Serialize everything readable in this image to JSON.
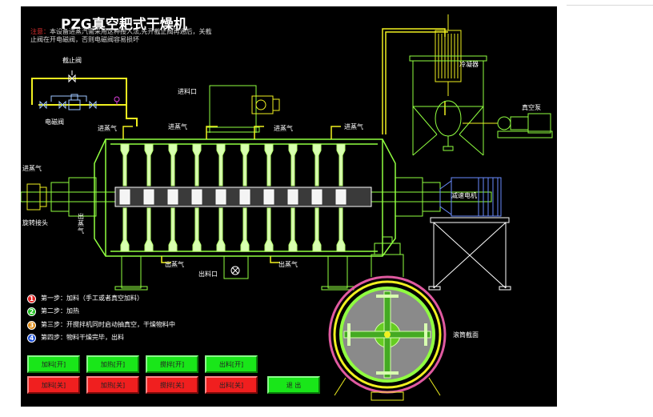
{
  "title": "PZG真空耙式干燥机",
  "note": {
    "warn_label": "注意：",
    "text": "本设备进蒸汽需采用这种接入法,先开截止阀再通后，关截止阀在开电磁阀，否则电磁阀容易损坏"
  },
  "labels": {
    "cutoff_valve": "截止阀",
    "solenoid_valve": "电磁阀",
    "feed_inlet": "进料口",
    "condenser": "冷凝器",
    "vacuum_pump": "真空泵",
    "steam_in": "进蒸气",
    "steam_out": "出蒸气",
    "rotary_joint": "旋转接头",
    "discharge_port": "出料口",
    "gear_motor": "减速电机",
    "cross_section": "滚筒截面"
  },
  "steps": [
    {
      "num": "1",
      "text": "第一步：加料（手工或者真空加料）",
      "color": "#e02020"
    },
    {
      "num": "2",
      "text": "第二步：加热",
      "color": "#20c020"
    },
    {
      "num": "3",
      "text": "第三步：开搅拌机同时启动抽真空，干燥物料中",
      "color": "#e08a10"
    },
    {
      "num": "4",
      "text": "第四步：物料干燥完毕，出料",
      "color": "#1c50d8"
    }
  ],
  "buttons": {
    "feed_on": "加料[开]",
    "heat_on": "加热[开]",
    "stir_on": "搅拌[开]",
    "discharge_on": "出料[开]",
    "feed_off": "加料[关]",
    "heat_off": "加热[关]",
    "stir_off": "搅拌[关]",
    "discharge_off": "出料[关]",
    "exit": "退 出"
  },
  "colors": {
    "background": "#000000",
    "pipe_yellow": "#f0f020",
    "outline_green": "#90ff40",
    "motor_blue": "#6a8cff",
    "button_green": "#19e619",
    "button_red": "#f01f1f",
    "drum_ring": "#e05aa0"
  }
}
